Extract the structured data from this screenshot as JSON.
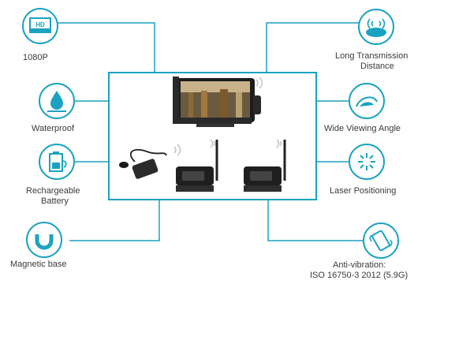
{
  "accent_color": "#1aa3c0",
  "features": {
    "hd": {
      "badge": "HD",
      "label": "1080P",
      "icon": "hd-screen-icon"
    },
    "waterproof": {
      "label": "Waterproof",
      "icon": "water-drop-icon"
    },
    "battery": {
      "label_line1": "Rechargeable",
      "label_line2": "Battery",
      "icon": "battery-icon"
    },
    "magnetic": {
      "label": "Magnetic base",
      "icon": "magnet-icon"
    },
    "transmission": {
      "label_line1": "Long Transmission",
      "label_line2": "Distance",
      "icon": "signal-icon"
    },
    "viewing": {
      "label": "Wide Viewing Angle",
      "icon": "eye-angle-icon"
    },
    "laser": {
      "label": "Laser Positioning",
      "icon": "laser-icon"
    },
    "vibration": {
      "label_line1": "Anti-vibration:",
      "label_line2": "ISO 16750-3 2012 (5.9G)",
      "icon": "vibration-phone-icon"
    }
  }
}
